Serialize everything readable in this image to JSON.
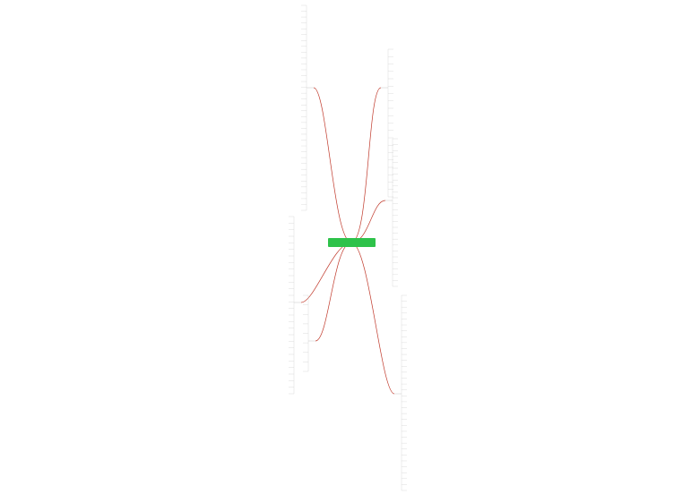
{
  "central": {
    "label": ""
  },
  "colors": {
    "branch": "#c0392b",
    "central_bg": "#2ec24a",
    "highlight": "#c9f000"
  },
  "left_branches": [
    {
      "id": "L1",
      "label": "",
      "leaves": [
        "",
        "",
        "",
        "",
        "",
        "",
        "",
        "",
        "",
        "",
        "",
        "",
        "",
        "",
        "",
        "",
        "",
        "",
        "",
        "",
        "",
        "",
        "",
        "",
        "",
        "",
        "",
        "",
        "",
        "",
        "",
        "",
        "",
        "",
        "",
        ""
      ]
    },
    {
      "id": "L2",
      "label": "",
      "leaves": [
        "",
        "",
        "",
        "",
        "",
        "",
        "",
        "",
        "",
        "",
        "",
        "",
        "",
        "",
        "",
        "",
        "",
        "",
        "",
        "",
        "",
        "",
        "",
        "",
        "",
        "",
        "",
        ""
      ]
    },
    {
      "id": "L3",
      "label": "",
      "leaves": [
        "",
        "",
        "",
        "",
        "",
        "",
        "",
        "",
        ""
      ]
    }
  ],
  "right_branches": [
    {
      "id": "R1",
      "label": "",
      "leaves": [
        "",
        "",
        "",
        "",
        "",
        "",
        "",
        "",
        "",
        "",
        "",
        "",
        "",
        "",
        "",
        "",
        "",
        "",
        "",
        "",
        ""
      ]
    },
    {
      "id": "R2",
      "label": "",
      "leaves": [
        "",
        "",
        "",
        "",
        "",
        "",
        "",
        "",
        "",
        "",
        "",
        "",
        "",
        "",
        "",
        "",
        "",
        "",
        "",
        "",
        "",
        "",
        "",
        "",
        "",
        ""
      ]
    },
    {
      "id": "R3",
      "label": "",
      "leaves": [
        "",
        "",
        "",
        "",
        "",
        "",
        "",
        "",
        "",
        "",
        "",
        "",
        "",
        "",
        "",
        "",
        "",
        "",
        "",
        "",
        "",
        "",
        "",
        "",
        "",
        "",
        "",
        "",
        "",
        "",
        "",
        "",
        "",
        ""
      ]
    }
  ]
}
